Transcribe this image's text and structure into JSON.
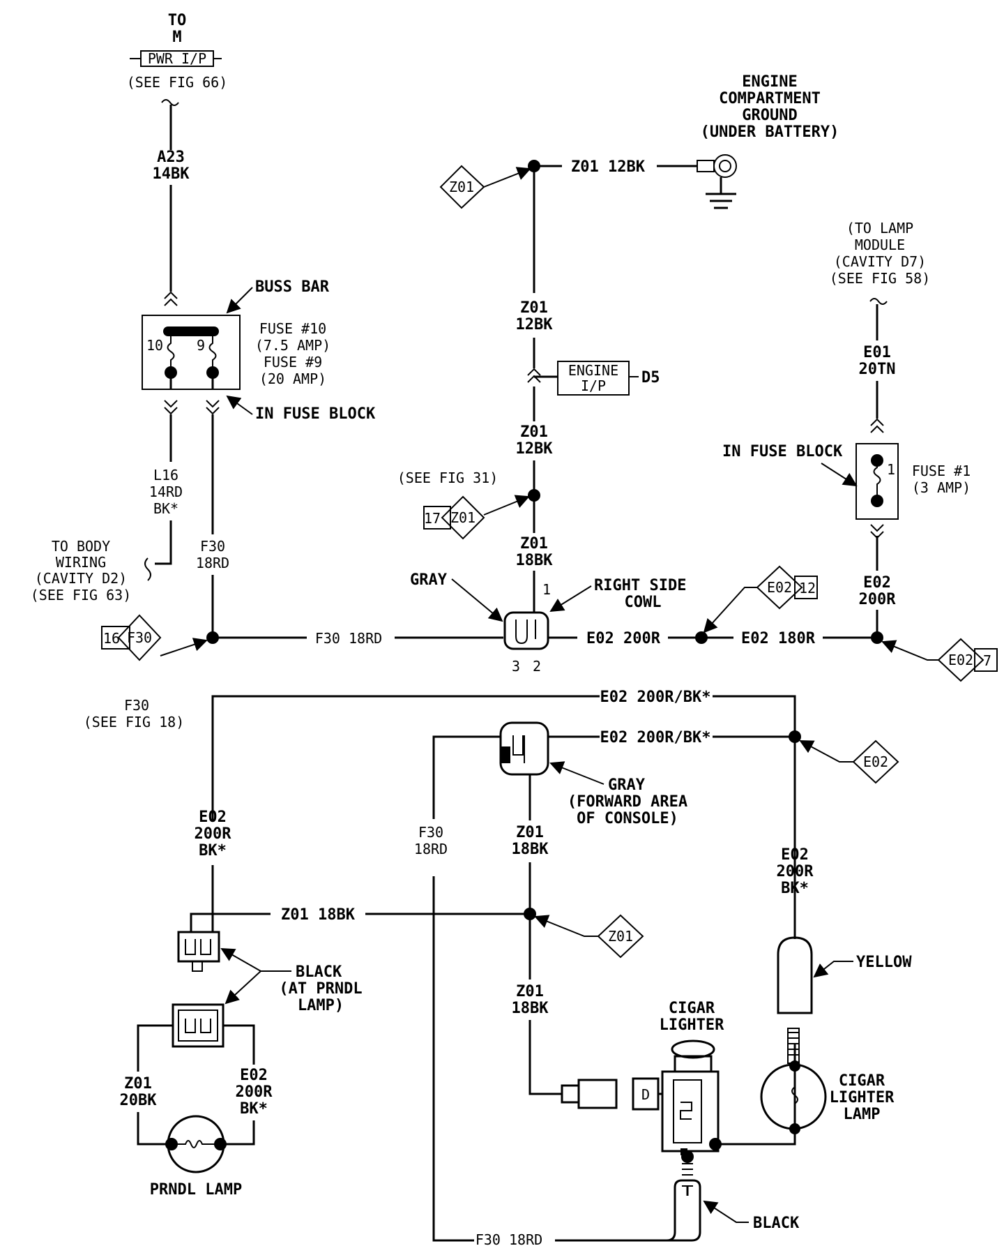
{
  "labels": {
    "to_m_1": "TO",
    "to_m_2": "M",
    "pwr_ip": "PWR I/P",
    "see_fig_66": "(SEE FIG 66)",
    "a23": "A23",
    "a23_gauge": "14BK",
    "buss_bar": "BUSS BAR",
    "fuse10_a": "FUSE #10",
    "fuse10_b": "(7.5 AMP)",
    "fuse9_a": "FUSE #9",
    "fuse9_b": "(20 AMP)",
    "in_fuse_block_left": "IN FUSE BLOCK",
    "fuse_num_10": "10",
    "fuse_num_9": "9",
    "l16": "L16",
    "l16_gauge": "14RD",
    "l16_bk": "BK*",
    "to_body_1": "TO BODY",
    "to_body_2": "WIRING",
    "to_body_3": "(CAVITY D2)",
    "to_body_4": "(SEE FIG 63)",
    "f30_a": "F30",
    "f30_a_gauge": "18RD",
    "f30_16_num": "16",
    "f30_16_tag": "F30",
    "f30_horiz": "F30   18RD",
    "f30_see_1": "F30",
    "f30_see_2": "(SEE FIG 18)",
    "eng_gnd_1": "ENGINE",
    "eng_gnd_2": "COMPARTMENT",
    "eng_gnd_3": "GROUND",
    "eng_gnd_4": "(UNDER BATTERY)",
    "z01_top_tag": "Z01",
    "z01_top_wire": "Z01   12BK",
    "z01_v1": "Z01",
    "z01_v1_gauge": "12BK",
    "engine_ip_1": "ENGINE",
    "engine_ip_2": "I/P",
    "d5": "D5",
    "z01_v2": "Z01",
    "z01_v2_gauge": "12BK",
    "see_fig_31": "(SEE FIG 31)",
    "z01_17_num": "17",
    "z01_17_tag": "Z01",
    "z01_v3": "Z01",
    "z01_v3_gauge": "18BK",
    "gray_top": "GRAY",
    "right_side_1": "RIGHT SIDE",
    "right_side_2": "COWL",
    "pin_1": "1",
    "pin_3": "3",
    "pin_2": "2",
    "e02_200r": "E02  200R",
    "e02_180r": "E02  180R",
    "e02_12_tag": "E02",
    "e02_12_num": "12",
    "to_lamp_1": "(TO LAMP",
    "to_lamp_2": "MODULE",
    "to_lamp_3": "(CAVITY D7)",
    "to_lamp_4": "(SEE FIG 58)",
    "e01": "E01",
    "e01_gauge": "20TN",
    "in_fuse_block_right": "IN FUSE BLOCK",
    "fuse1_a": "FUSE #1",
    "fuse1_b": "(3 AMP)",
    "fuse1_pin": "1",
    "e02_r": "E02",
    "e02_r_gauge": "200R",
    "e02_7_tag": "E02",
    "e02_7_num": "7",
    "e02_bk_top": "E02  200R/BK*",
    "e02_bk_mid": "E02  200R/BK*",
    "e02_tag_mid": "E02",
    "gray_mid_1": "GRAY",
    "gray_mid_2": "(FORWARD AREA",
    "gray_mid_3": "OF CONSOLE)",
    "e02_left_1": "E02",
    "e02_left_2": "200R",
    "e02_left_3": "BK*",
    "f30_mid_1": "F30",
    "f30_mid_2": "18RD",
    "z01_mid_1": "Z01",
    "z01_mid_2": "18BK",
    "e02_right_1": "E02",
    "e02_right_2": "200R",
    "e02_right_3": "BK*",
    "z01_18bk_horiz": "Z01  18BK",
    "z01_tag_low": "Z01",
    "black_prndl_1": "BLACK",
    "black_prndl_2": "(AT PRNDL",
    "black_prndl_3": "LAMP)",
    "z01_low_1": "Z01",
    "z01_low_2": "18BK",
    "yellow": "YELLOW",
    "cigar_1": "CIGAR",
    "cigar_2": "LIGHTER",
    "cigar_lamp_1": "CIGAR",
    "cigar_lamp_2": "LIGHTER",
    "cigar_lamp_3": "LAMP",
    "z01_20bk_1": "Z01",
    "z01_20bk_2": "20BK",
    "e02_prndl_1": "E02",
    "e02_prndl_2": "200R",
    "e02_prndl_3": "BK*",
    "prndl_lamp": "PRNDL LAMP",
    "conn_d": "D",
    "f30_bottom": "F30   18RD",
    "black_bottom": "BLACK"
  }
}
